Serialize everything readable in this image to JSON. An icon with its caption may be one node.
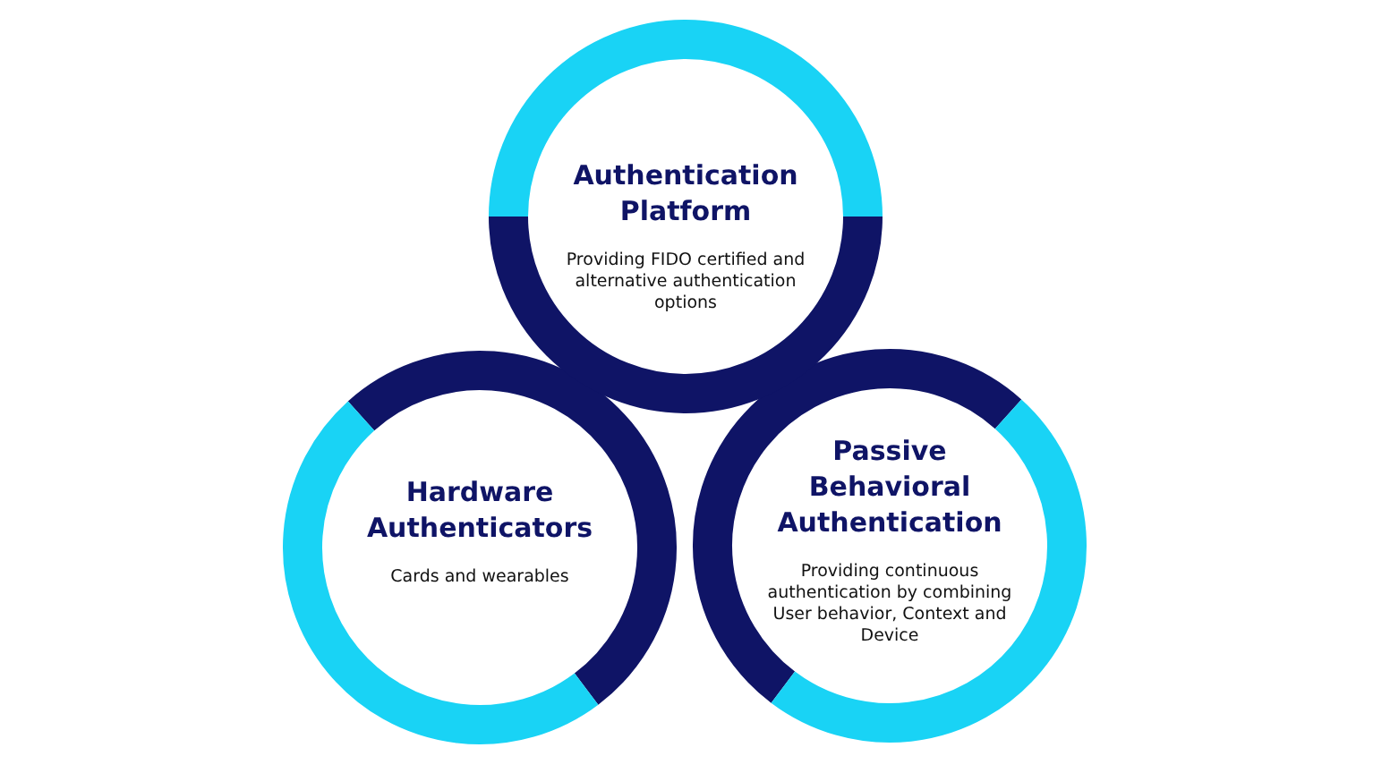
{
  "diagram": {
    "nodes": [
      {
        "text": [
          "Authentication Platform",
          "Providing FIDO certified and alternative authentication options"
        ]
      },
      {
        "text": [
          "Hardware Authenticators",
          "Cards and wearables"
        ]
      },
      {
        "text": [
          "Passive Behavioral Authentication",
          "Providing continuous authentication by combining User behavior, Context and Device"
        ]
      }
    ],
    "edges": []
  }
}
